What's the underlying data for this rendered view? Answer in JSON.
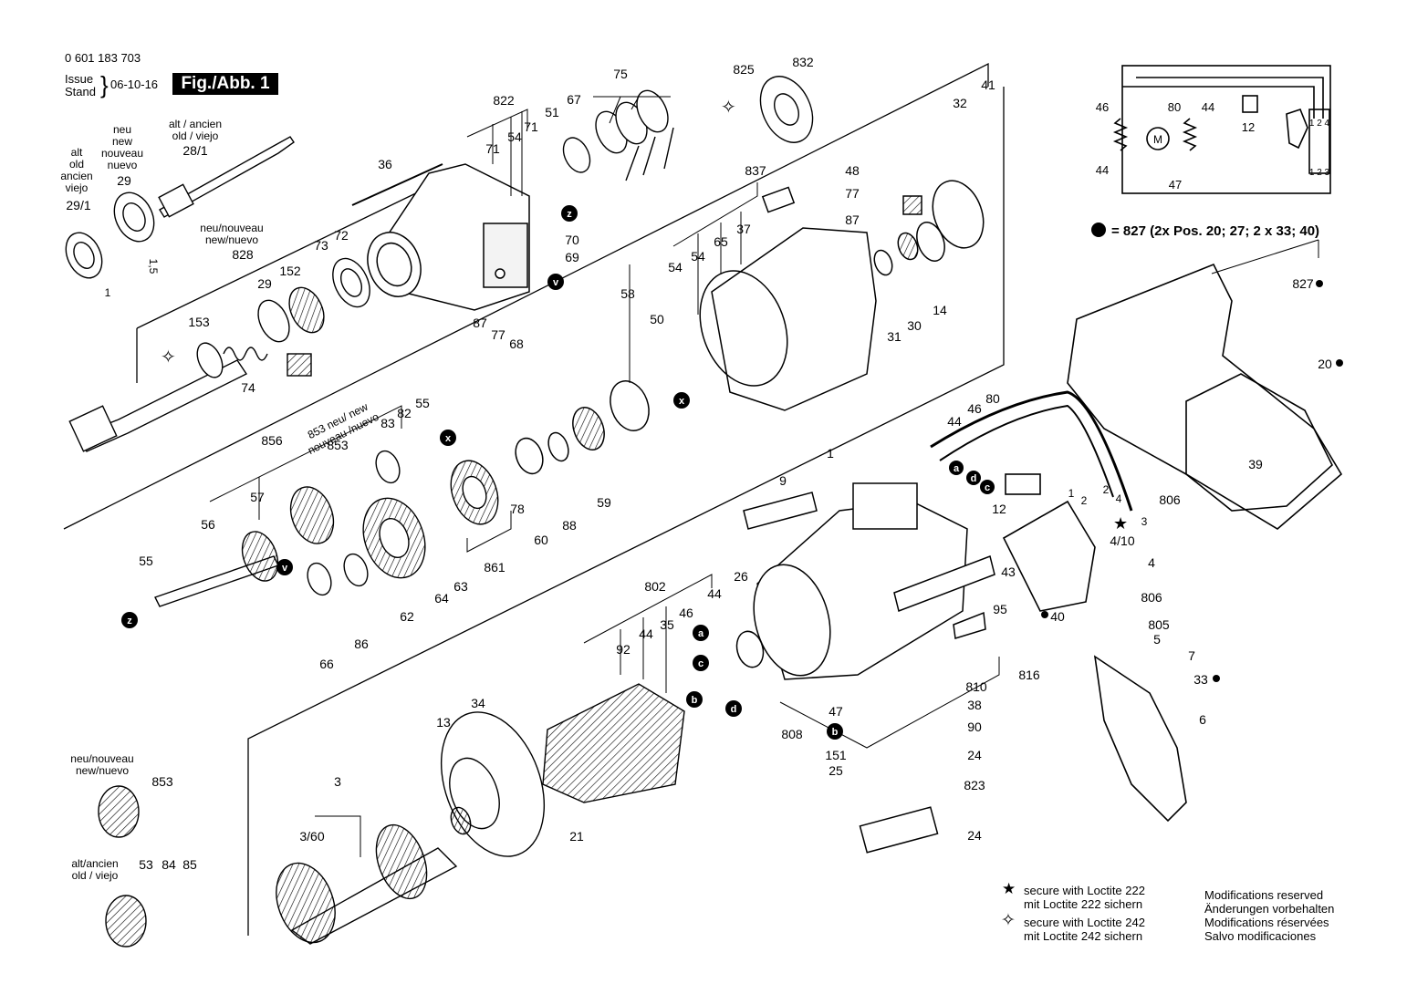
{
  "header": {
    "part_number": "0 601 183 703",
    "issue_label": "Issue",
    "stand_label": "Stand",
    "issue_date": "06-10-16",
    "figure_label": "Fig./Abb. 1"
  },
  "legend_note": "= 827 (2x Pos. 20; 27; 2 x 33; 40)",
  "footnotes": {
    "loctite_222_en": "secure with Loctite 222",
    "loctite_222_de": "mit Loctite 222 sichern",
    "loctite_242_en": "secure with Loctite 242",
    "loctite_242_de": "mit Loctite 242 sichern",
    "modifications": [
      "Modifications reserved",
      "Änderungen vorbehalten",
      "Modifications réservées",
      "Salvo modificaciones"
    ]
  },
  "notes": {
    "neu_new_nouveau_nuevo": [
      "neu",
      "new",
      "nouveau",
      "nuevo"
    ],
    "alt_old": [
      "alt",
      "old",
      "ancien",
      "viejo"
    ],
    "alt_ancien_old_viejo": [
      "alt / ancien",
      "old / viejo"
    ],
    "neu_nouveau_new_nuevo": [
      "neu/nouveau",
      "new/nuevo"
    ],
    "alt_ancien_old_viejo_2": [
      "alt/ancien",
      "old / viejo"
    ],
    "neu_new_853": [
      "853 neu/ new",
      "nouveau /nuevo"
    ],
    "dim_1": "1",
    "dim_1_5": "1,5"
  },
  "part_labels": {
    "p822": "822",
    "p71a": "71",
    "p54a": "54",
    "p71b": "71",
    "p51": "51",
    "p67": "67",
    "p75": "75",
    "p825": "825",
    "p832": "832",
    "p32": "32",
    "p41": "41",
    "p36": "36",
    "p29_1": "29/1",
    "p29": "29",
    "p28_1": "28/1",
    "p828": "828",
    "p29b": "29",
    "p152": "152",
    "p73": "73",
    "p72": "72",
    "p153": "153",
    "p74": "74",
    "p70": "70",
    "p69": "69",
    "p87a": "87",
    "p77a": "77",
    "p68": "68",
    "p837": "837",
    "p48": "48",
    "p77b": "77",
    "p87b": "87",
    "p54b": "54",
    "p54c": "54",
    "p65": "65",
    "p37": "37",
    "p58": "58",
    "p50": "50",
    "p31": "31",
    "p30": "30",
    "p14": "14",
    "p856": "856",
    "p853": "853",
    "p83": "83",
    "p82": "82",
    "p55a": "55",
    "p57": "57",
    "p56": "56",
    "p55b": "55",
    "p78": "78",
    "p60": "60",
    "p88": "88",
    "p59": "59",
    "p861": "861",
    "p64": "64",
    "p63": "63",
    "p62": "62",
    "p66": "66",
    "p86": "86",
    "p9": "9",
    "p1": "1",
    "p26": "26",
    "p43": "43",
    "p95": "95",
    "p816": "816",
    "p810": "810",
    "p38": "38",
    "p90": "90",
    "p47": "47",
    "p808": "808",
    "p151": "151",
    "p25": "25",
    "p24a": "24",
    "p823": "823",
    "p24b": "24",
    "p802": "802",
    "p92": "92",
    "p44a": "44",
    "p35": "35",
    "p46a": "46",
    "p44b": "44",
    "p34": "34",
    "p13": "13",
    "p3": "3",
    "p3_60": "3/60",
    "p21": "21",
    "p853b": "853",
    "p53": "53",
    "p84": "84",
    "p85": "85",
    "p80": "80",
    "p46b": "46",
    "p44c": "44",
    "p12": "12",
    "p806a": "806",
    "p806b": "806",
    "p4_10": "4/10",
    "p4": "4",
    "p40": "40",
    "p805": "805",
    "p5": "5",
    "p7": "7",
    "p33": "33",
    "p6": "6",
    "p827": "827",
    "p20": "20",
    "p39": "39",
    "w1": "1",
    "w2": "2",
    "w2b": "2",
    "w4": "4",
    "w3": "3"
  },
  "schematic_labels": {
    "s46": "46",
    "s80": "80",
    "s44a": "44",
    "s44b": "44",
    "s12": "12",
    "s47": "47",
    "s124": "1 2 4",
    "s123": "1 2 3",
    "motor": "M"
  },
  "callout_letters": [
    "z",
    "v",
    "x",
    "a",
    "b",
    "c",
    "d"
  ]
}
